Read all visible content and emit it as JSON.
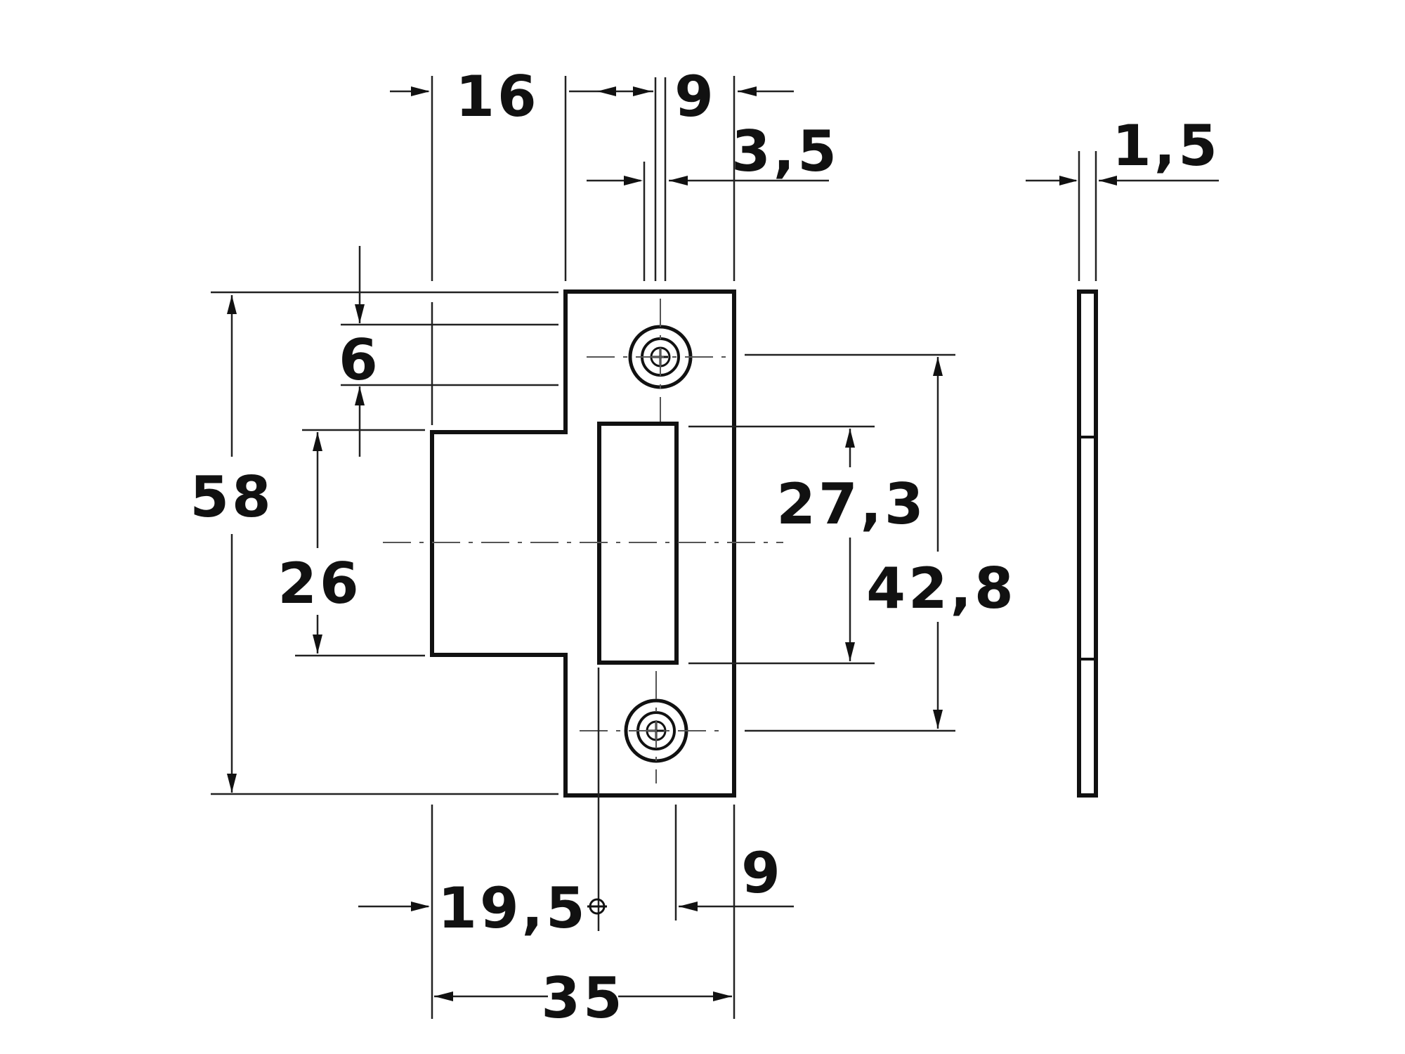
{
  "drawing": {
    "title": "",
    "dimensions": {
      "top_left_width": "16",
      "top_right_width": "9",
      "slot_offset": "3,5",
      "thickness": "1,5",
      "top_step_height": "6",
      "overall_height": "58",
      "step_height": "26",
      "slot_height": "27,3",
      "hole_spacing": "42,8",
      "hole_offset": "19,5",
      "bottom_right": "9",
      "overall_width": "35"
    }
  }
}
